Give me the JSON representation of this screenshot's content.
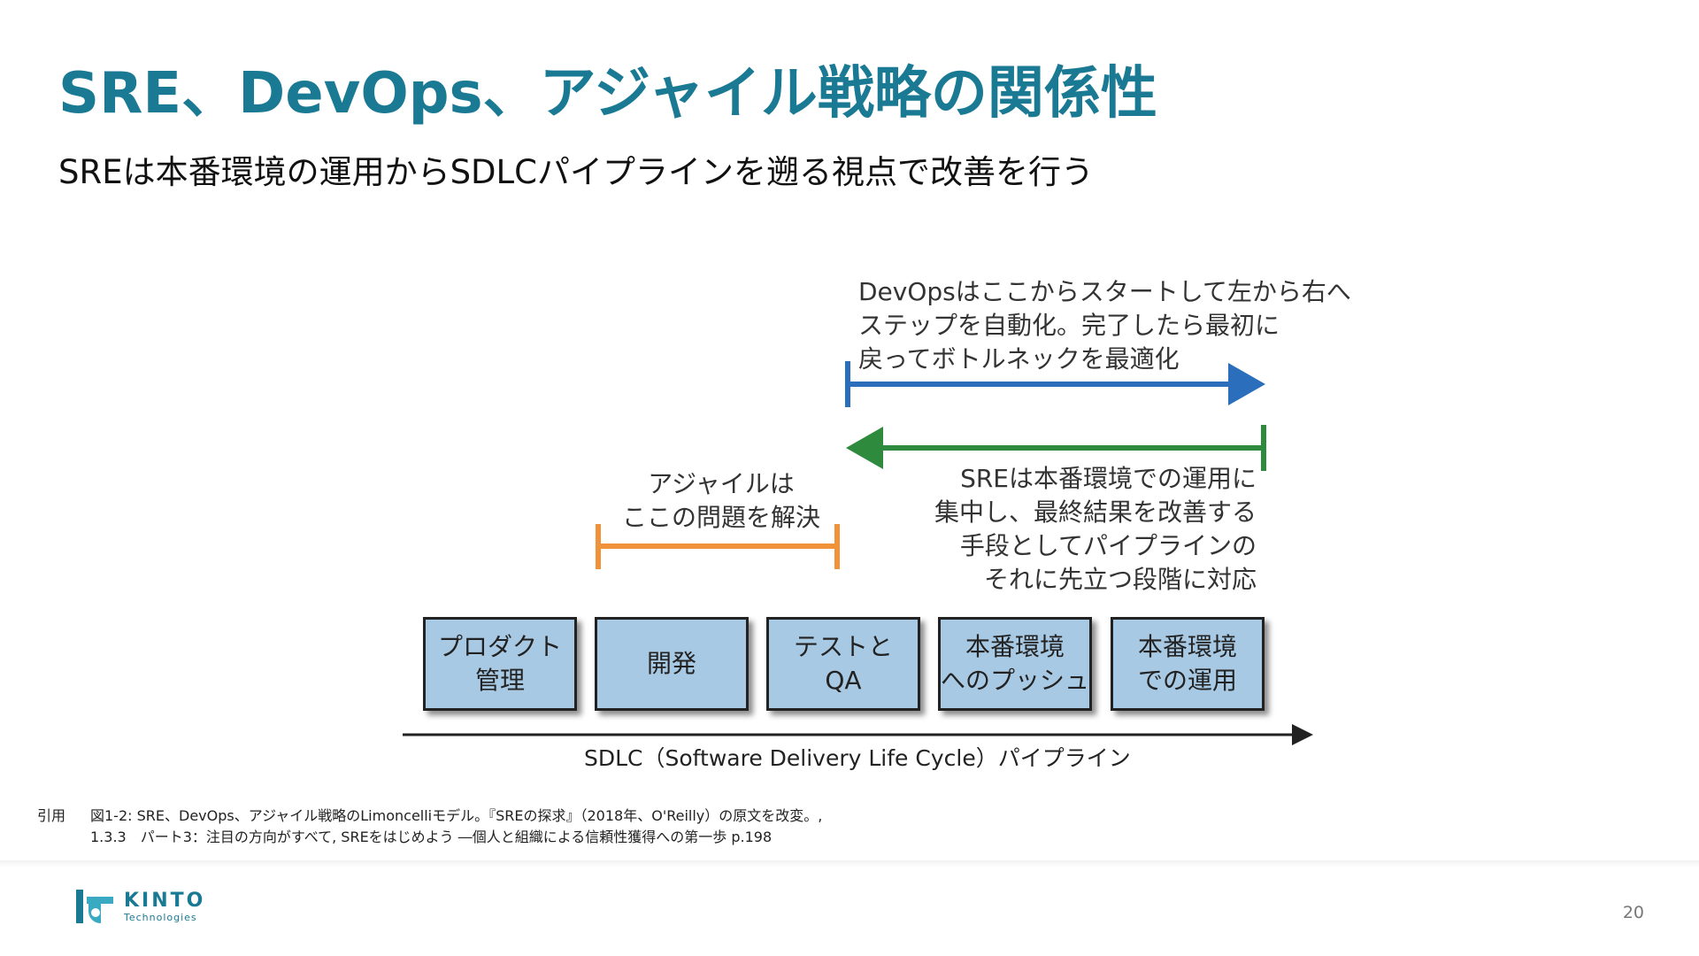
{
  "slide": {
    "title": "SRE、DevOps、アジャイル戦略の関係性",
    "subtitle": "SREは本番環境の運用からSDLCパイプラインを遡る視点で改善を行う",
    "page_number": "20"
  },
  "diagram": {
    "devops_text": [
      "DevOpsはここからスタートして左から右へ",
      "ステップを自動化。完了したら最初に",
      "戻ってボトルネックを最適化"
    ],
    "agile_text": [
      "アジャイルは",
      "ここの問題を解決"
    ],
    "sre_text": [
      "SREは本番環境での運用に",
      "集中し、最終結果を改善する",
      "手段としてパイプラインの",
      "それに先立つ段階に対応"
    ],
    "stages": [
      {
        "lines": [
          "プロダクト",
          "管理"
        ]
      },
      {
        "lines": [
          "開発"
        ]
      },
      {
        "lines": [
          "テストと",
          "QA"
        ]
      },
      {
        "lines": [
          "本番環境",
          "へのプッシュ"
        ]
      },
      {
        "lines": [
          "本番環境",
          "での運用"
        ]
      }
    ],
    "sdlc_label": "SDLC（Software Delivery Life Cycle）パイプライン",
    "colors": {
      "devops_arrow": "#2a6ebc",
      "sre_arrow": "#2e8b3e",
      "agile_bracket": "#f0923a",
      "stage_fill": "#a8c9e3"
    }
  },
  "citation": {
    "label": "引用",
    "line1": "図1-2: SRE、DevOps、アジャイル戦略のLimoncelliモデル。『SREの探求』（2018年、O'Reilly）の原文を改変。,",
    "line2": "1.3.3　パート3：注目の方向がすべて, SREをはじめよう ―個人と組織による信頼性獲得への第一歩 p.198"
  },
  "footer": {
    "logo_name": "KINTO",
    "logo_sub": "Technologies"
  }
}
